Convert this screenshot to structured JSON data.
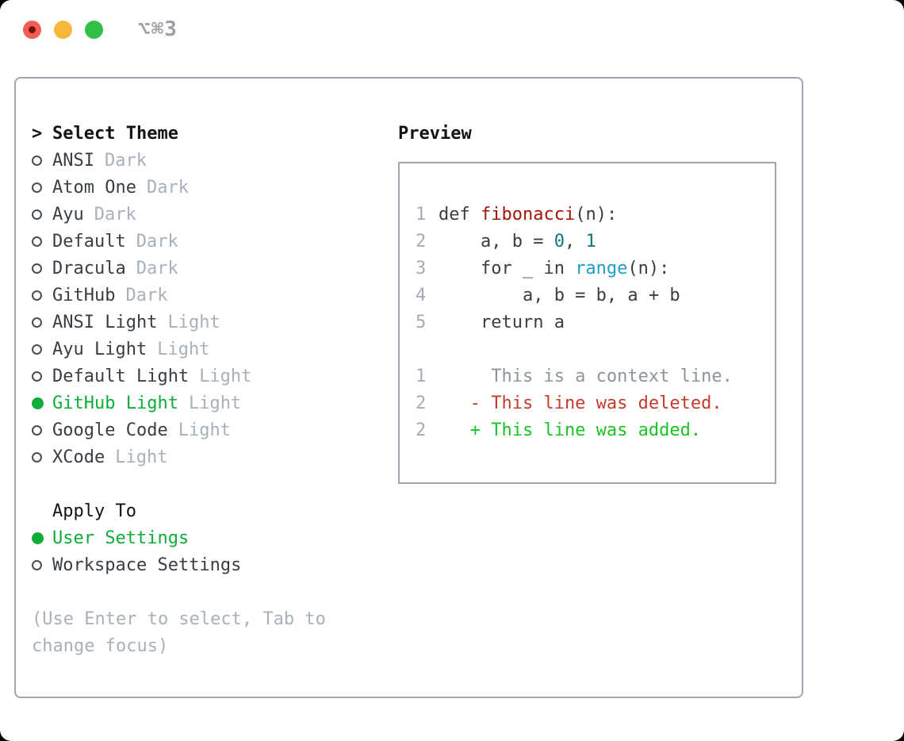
{
  "window": {
    "title": "⌥⌘3"
  },
  "theme_panel": {
    "cursor": ">",
    "heading": "Select Theme",
    "themes": [
      {
        "name": "ANSI",
        "variant": "Dark",
        "selected": false
      },
      {
        "name": "Atom One",
        "variant": "Dark",
        "selected": false
      },
      {
        "name": "Ayu",
        "variant": "Dark",
        "selected": false
      },
      {
        "name": "Default",
        "variant": "Dark",
        "selected": false
      },
      {
        "name": "Dracula",
        "variant": "Dark",
        "selected": false
      },
      {
        "name": "GitHub",
        "variant": "Dark",
        "selected": false
      },
      {
        "name": "ANSI Light",
        "variant": "Light",
        "selected": false
      },
      {
        "name": "Ayu Light",
        "variant": "Light",
        "selected": false
      },
      {
        "name": "Default Light",
        "variant": "Light",
        "selected": false
      },
      {
        "name": "GitHub Light",
        "variant": "Light",
        "selected": true
      },
      {
        "name": "Google Code",
        "variant": "Light",
        "selected": false
      },
      {
        "name": "XCode",
        "variant": "Light",
        "selected": false
      }
    ],
    "apply_heading": "Apply To",
    "apply_options": [
      {
        "name": "User Settings",
        "selected": true
      },
      {
        "name": "Workspace Settings",
        "selected": false
      }
    ],
    "hint_line1": "(Use Enter to select, Tab to",
    "hint_line2": "change focus)"
  },
  "preview": {
    "heading": "Preview",
    "lines": [
      {
        "ln": "1",
        "tokens": [
          {
            "t": "def ",
            "c": "plain"
          },
          {
            "t": "fibonacci",
            "c": "func"
          },
          {
            "t": "(n):",
            "c": "plain"
          }
        ]
      },
      {
        "ln": "2",
        "tokens": [
          {
            "t": "    a, b = ",
            "c": "plain"
          },
          {
            "t": "0",
            "c": "num"
          },
          {
            "t": ", ",
            "c": "plain"
          },
          {
            "t": "1",
            "c": "num"
          }
        ]
      },
      {
        "ln": "3",
        "tokens": [
          {
            "t": "    for _ in ",
            "c": "plain"
          },
          {
            "t": "range",
            "c": "builtin"
          },
          {
            "t": "(n):",
            "c": "plain"
          }
        ]
      },
      {
        "ln": "4",
        "tokens": [
          {
            "t": "        a, b = b, a + b",
            "c": "plain"
          }
        ]
      },
      {
        "ln": "5",
        "tokens": [
          {
            "t": "    return a",
            "c": "plain"
          }
        ]
      },
      {
        "ln": "",
        "tokens": []
      },
      {
        "ln": "1",
        "tokens": [
          {
            "t": "     This is a context line.",
            "c": "ctx"
          }
        ]
      },
      {
        "ln": "2",
        "tokens": [
          {
            "t": "   - This line was deleted.",
            "c": "del"
          }
        ]
      },
      {
        "ln": "2",
        "tokens": [
          {
            "t": "   + This line was added.",
            "c": "add"
          }
        ]
      }
    ]
  },
  "colors": {
    "accent_green": "#0ead3a",
    "added_green": "#1cc327",
    "deleted_red": "#c53b2c",
    "function_red": "#a41608",
    "number_teal": "#0d7a73",
    "builtin_blue": "#1a9ec7",
    "text_dark": "#383e44",
    "heading_black": "#111417",
    "muted_gray": "#a8b1bb",
    "line_number_gray": "#a4adb7",
    "context_gray": "#8c949c",
    "panel_border": "#a0a7b0",
    "traffic_red": "#f25c52",
    "traffic_red_dot": "#701311",
    "traffic_yellow": "#f6b73c",
    "traffic_green": "#32bf46",
    "title_gray": "#9ba1a6"
  }
}
